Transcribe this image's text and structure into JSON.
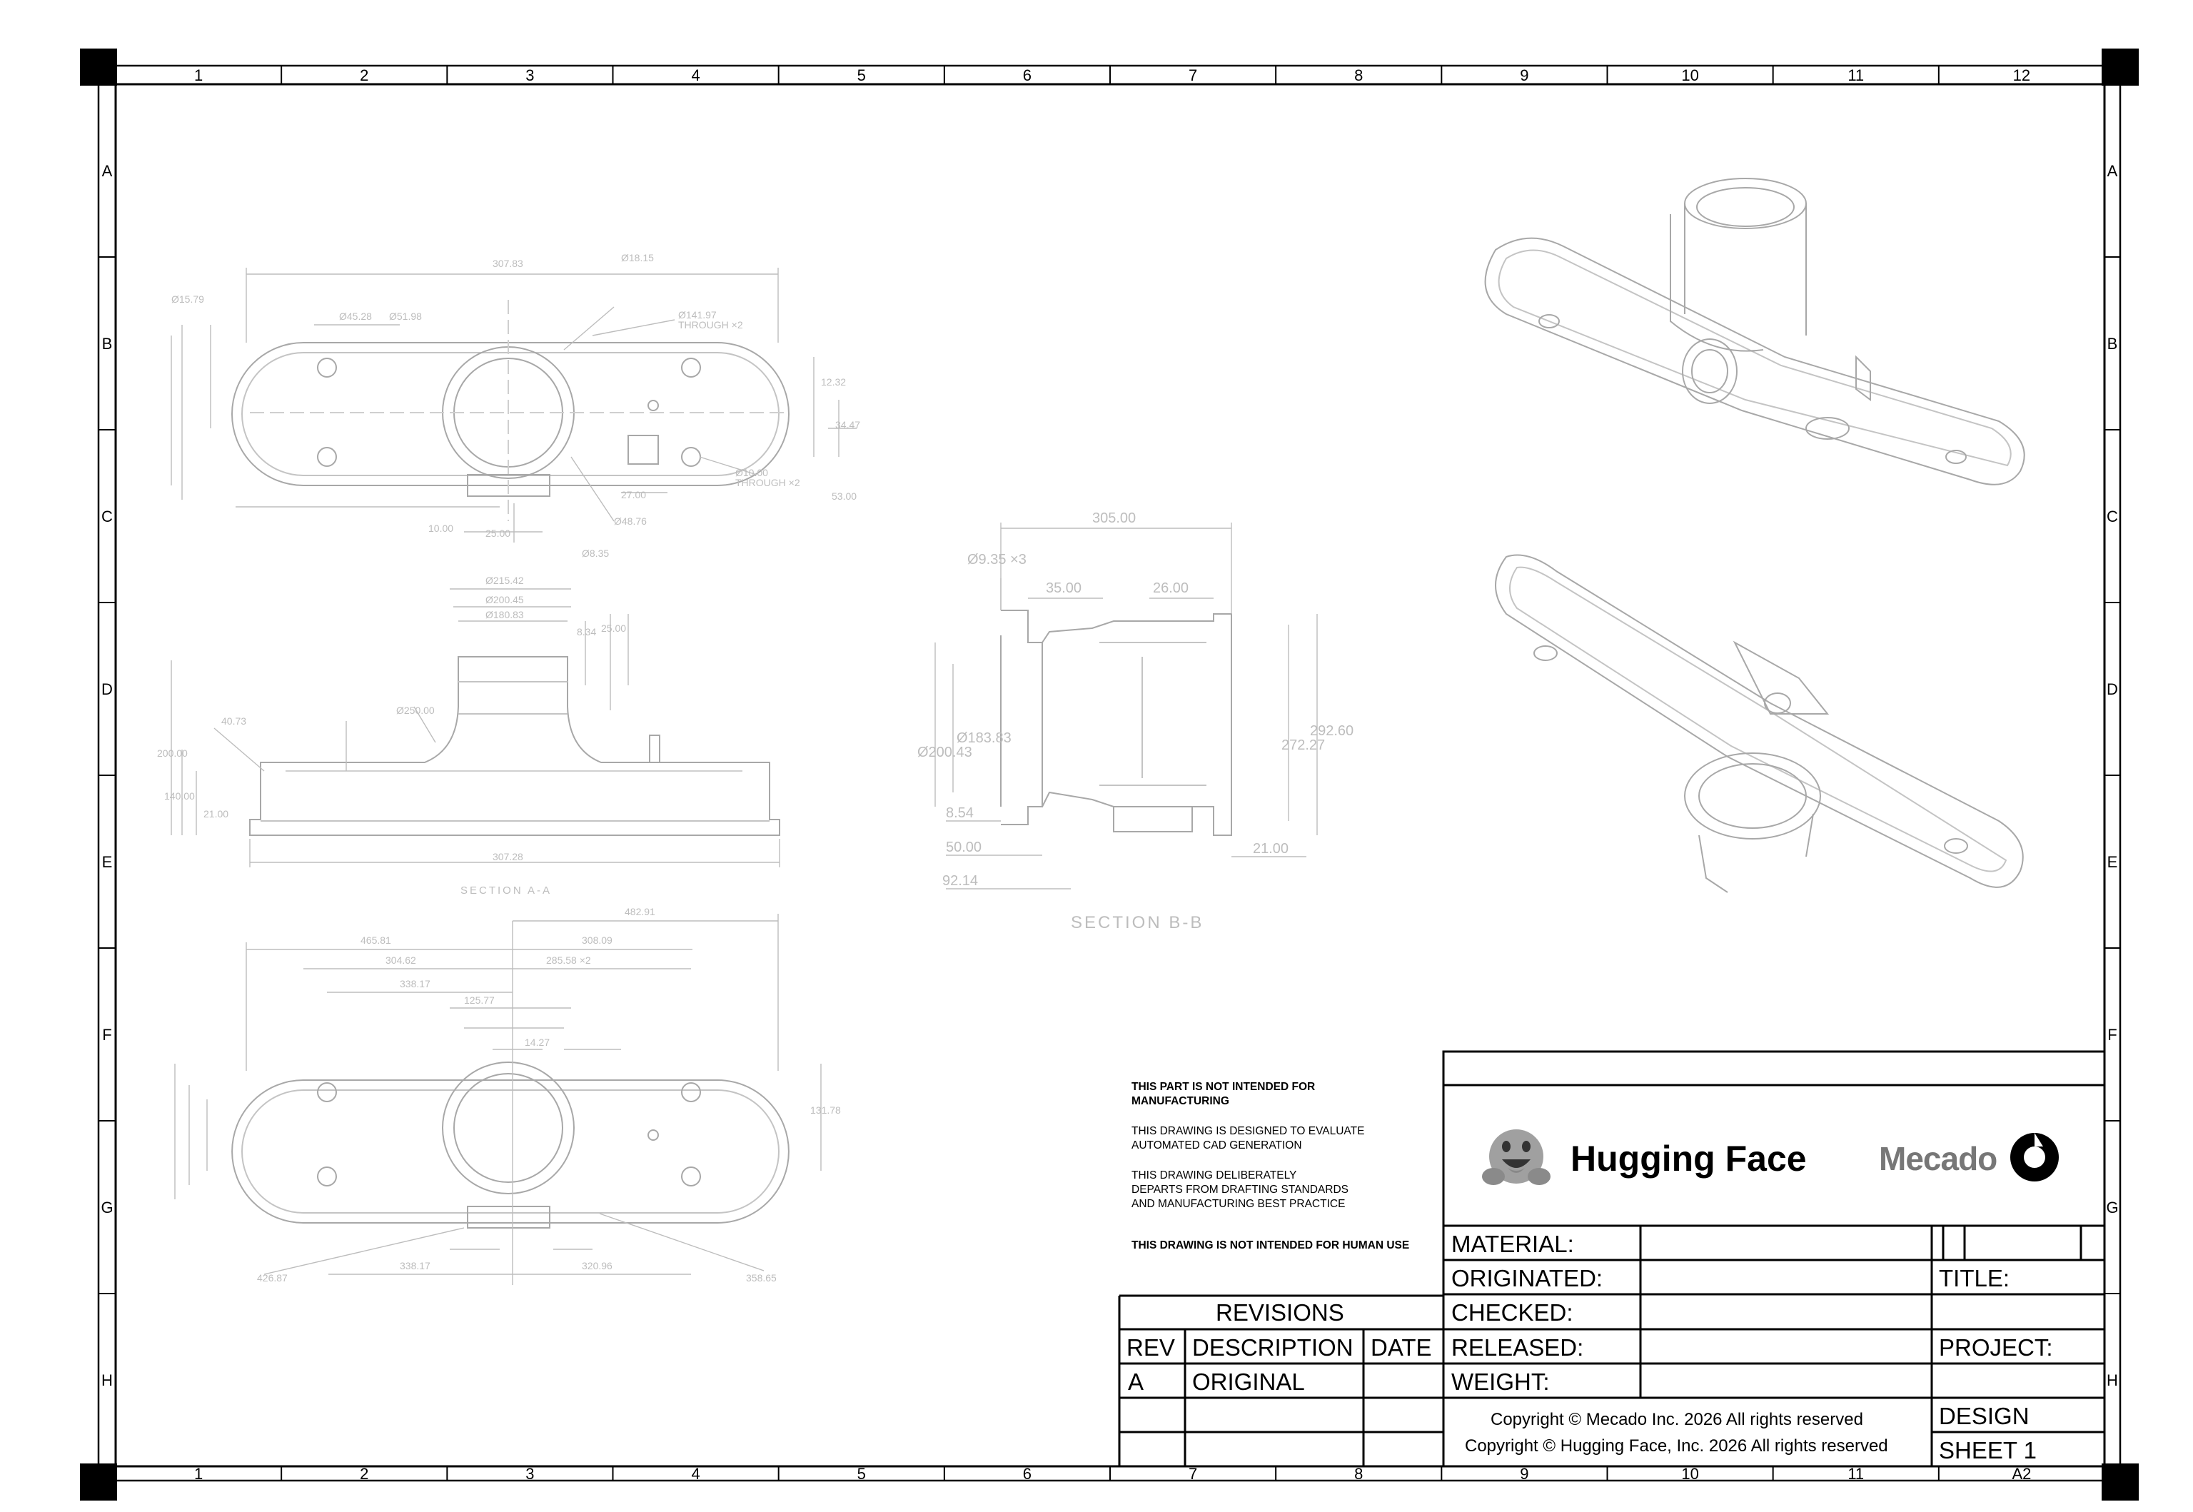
{
  "frame": {
    "columns": [
      "1",
      "2",
      "3",
      "4",
      "5",
      "6",
      "7",
      "8",
      "9",
      "10",
      "11",
      "12"
    ],
    "bottom_columns": [
      "1",
      "2",
      "3",
      "4",
      "5",
      "6",
      "7",
      "8",
      "9",
      "10",
      "11",
      "A2"
    ],
    "rows": [
      "A",
      "B",
      "C",
      "D",
      "E",
      "F",
      "G",
      "H"
    ]
  },
  "views": {
    "section_a_label": "SECTION A-A",
    "section_b_label": "SECTION B-B",
    "top_dims": [
      "307.83",
      "Ø18.15",
      "Ø15.79",
      "Ø45.28",
      "Ø51.98",
      "Ø141.97",
      "THROUGH ×2",
      "Ø10.00",
      "THROUGH ×2",
      "Ø48.76",
      "Ø8.35",
      "12.32",
      "34.47",
      "53.00",
      "27.00",
      "10.00",
      "25.00"
    ],
    "section_a_dims": [
      "Ø215.42",
      "Ø200.45",
      "Ø180.83",
      "Ø250.00",
      "40.73",
      "8.34",
      "25.00",
      "307.28",
      "200.00",
      "140.00",
      "21.00"
    ],
    "section_b_dims": [
      "305.00",
      "35.00",
      "26.00",
      "Ø9.35 ×3",
      "Ø200.43",
      "Ø183.83",
      "272.27",
      "292.60",
      "8.54",
      "50.00",
      "92.14",
      "21.00"
    ],
    "bottom_dims": [
      "482.91",
      "465.81",
      "308.09",
      "304.62",
      "285.58 ×2",
      "338.17",
      "125.77",
      "14.27",
      "131.78",
      "338.17",
      "320.96",
      "426.87",
      "358.65"
    ]
  },
  "notes": {
    "note1_line1": "THIS PART IS NOT INTENDED FOR",
    "note1_line2": "MANUFACTURING",
    "note2_line1": "THIS DRAWING IS DESIGNED TO EVALUATE",
    "note2_line2": "AUTOMATED CAD GENERATION",
    "note3_line1": "THIS DRAWING DELIBERATELY",
    "note3_line2": "DEPARTS FROM DRAFTING STANDARDS",
    "note3_line3": "AND MANUFACTURING BEST PRACTICE",
    "note4": "THIS DRAWING IS NOT INTENDED FOR HUMAN USE"
  },
  "title_block": {
    "brand_hf": "Hugging Face",
    "brand_mecado": "Mecado",
    "material_label": "MATERIAL:",
    "originated_label": "ORIGINATED:",
    "checked_label": "CHECKED:",
    "released_label": "RELEASED:",
    "weight_label": "WEIGHT:",
    "title_label": "TITLE:",
    "project_label": "PROJECT:",
    "design_label": "DESIGN",
    "sheet_label": "SHEET 1",
    "copyright_mecado": "Copyright © Mecado Inc. 2026 All rights reserved",
    "copyright_hf": "Copyright © Hugging Face, Inc. 2026 All rights reserved"
  },
  "revisions": {
    "title": "REVISIONS",
    "col_rev": "REV",
    "col_desc": "DESCRIPTION",
    "col_date": "DATE",
    "row_rev": "A",
    "row_desc": "ORIGINAL"
  },
  "colors": {
    "line": "#000000",
    "drawing": "#b0b0b0",
    "mecado_grey": "#777777"
  }
}
